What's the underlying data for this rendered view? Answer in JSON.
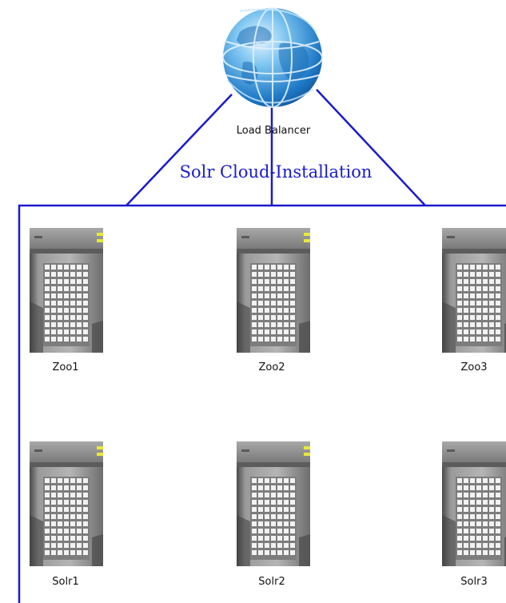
{
  "load_balancer": {
    "label": "Load Balancer"
  },
  "cluster": {
    "title": "Solr  Cloud-Installation"
  },
  "servers": [
    {
      "label": "Zoo1"
    },
    {
      "label": "Zoo2"
    },
    {
      "label": "Zoo3"
    },
    {
      "label": "Solr1"
    },
    {
      "label": "Solr2"
    },
    {
      "label": "Solr3"
    }
  ],
  "colors": {
    "line": "#1a1acc",
    "globe": "#2f8fd6",
    "server": "#8a8a8a"
  }
}
